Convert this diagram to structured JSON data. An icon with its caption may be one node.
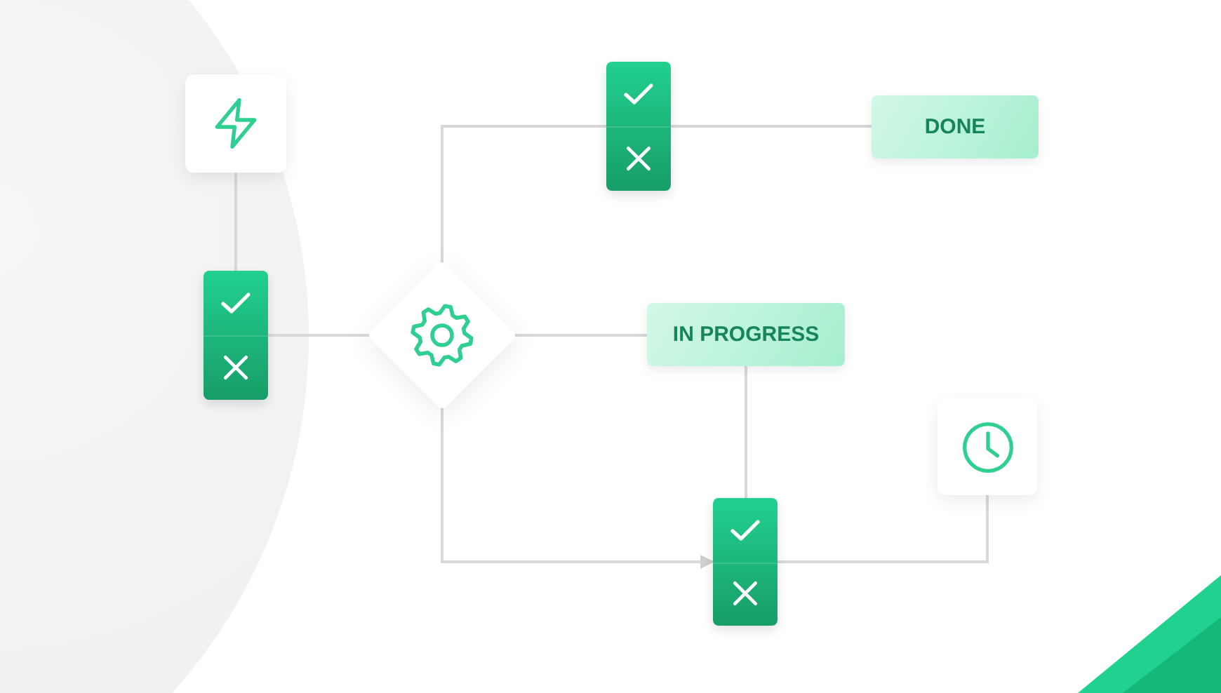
{
  "diagram": {
    "nodes": [
      {
        "text": [],
        "shape": "box"
      },
      {
        "text": [],
        "shape": "box"
      },
      {
        "text": [],
        "shape": "diamond"
      },
      {
        "text": [],
        "shape": "box"
      },
      {
        "text": [
          "DONE"
        ]
      },
      {
        "text": [
          "IN PROGRESS"
        ]
      },
      {
        "text": [],
        "shape": "box"
      },
      {
        "text": [],
        "shape": "box"
      }
    ],
    "edges": [
      {
        "from": 0,
        "to": 1,
        "arrow": "none"
      },
      {
        "from": 1,
        "to": 2,
        "arrow": "none"
      },
      {
        "from": 2,
        "to": 3,
        "arrow": "none"
      },
      {
        "from": 3,
        "to": 4,
        "arrow": "none"
      },
      {
        "from": 2,
        "to": 5,
        "arrow": "none"
      },
      {
        "from": 2,
        "to": 6,
        "arrow": "to"
      },
      {
        "from": 5,
        "to": 6,
        "arrow": "none"
      },
      {
        "from": 6,
        "to": 7,
        "arrow": "none"
      }
    ]
  }
}
